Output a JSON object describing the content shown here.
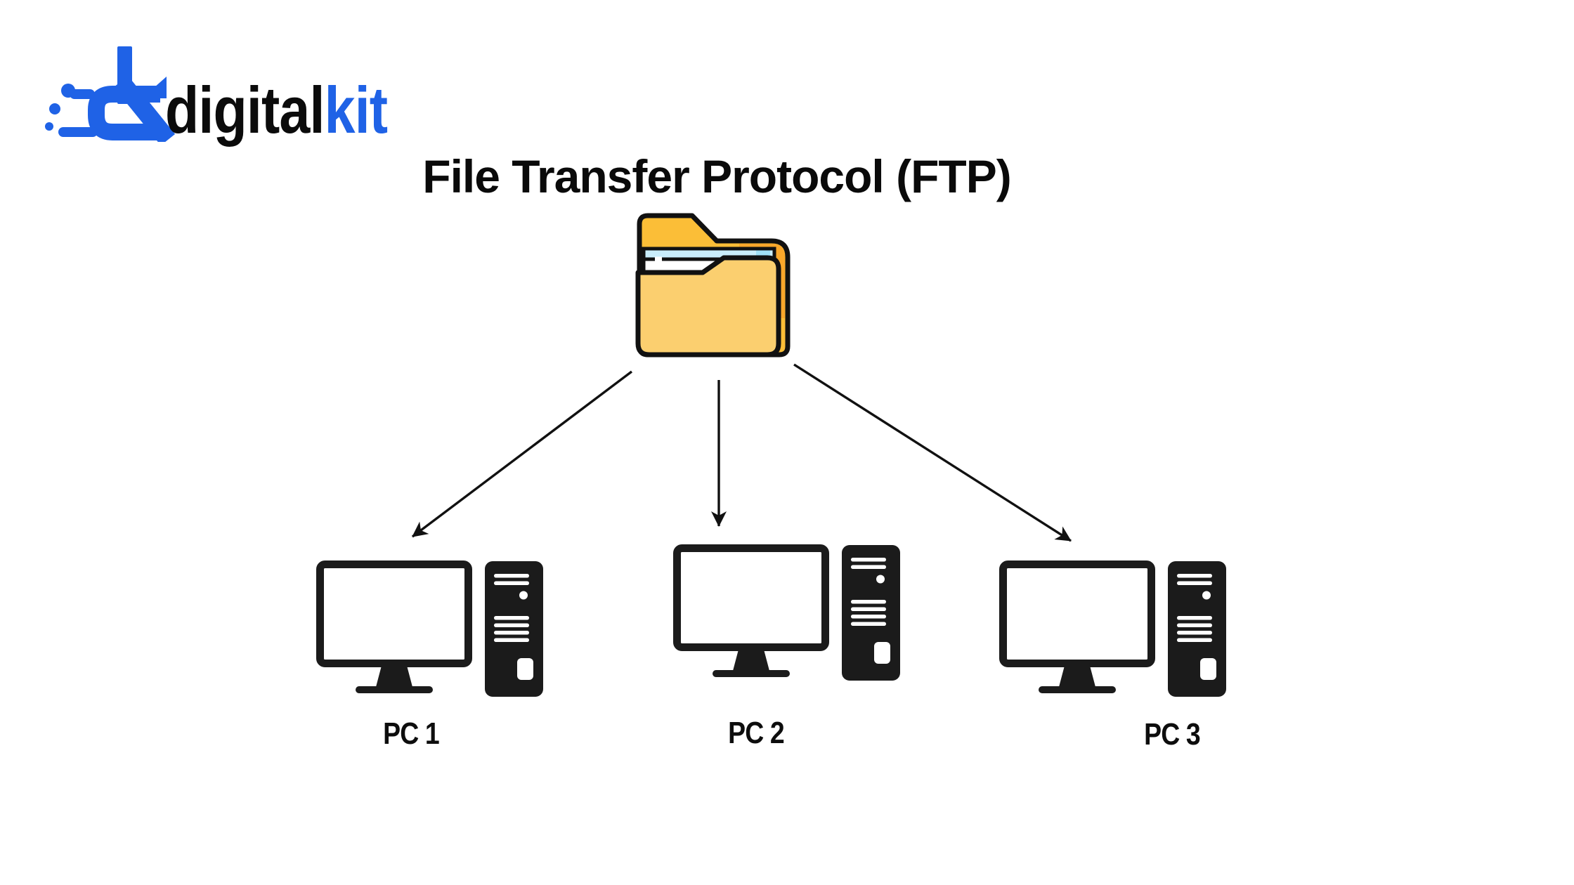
{
  "brand": {
    "wordmark_black": "digital",
    "wordmark_blue": "kit",
    "mark_icon": "dk-monogram-icon",
    "colors": {
      "blue": "#1F62E6",
      "black": "#0B0B0B"
    }
  },
  "diagram": {
    "title": "File Transfer Protocol (FTP)",
    "source_node": {
      "icon": "folder-icon"
    },
    "nodes": [
      {
        "id": "pc1",
        "label": "PC 1",
        "icon": "desktop-computer-icon"
      },
      {
        "id": "pc2",
        "label": "PC 2",
        "icon": "desktop-computer-icon"
      },
      {
        "id": "pc3",
        "label": "PC 3",
        "icon": "desktop-computer-icon"
      }
    ],
    "connections": [
      {
        "from": "folder",
        "to": "pc1"
      },
      {
        "from": "folder",
        "to": "pc2"
      },
      {
        "from": "folder",
        "to": "pc3"
      }
    ]
  },
  "colors": {
    "background": "#FFFFFF",
    "outline": "#111111",
    "pc_black": "#1B1B1B",
    "title_text": "#0A0A0A",
    "folder_back": "#FBBE37",
    "folder_front": "#FBCF6F",
    "folder_accent": "#F9A72B",
    "file_strip": "#C9EDFB",
    "file_strip_shade": "#A0E0F6"
  }
}
